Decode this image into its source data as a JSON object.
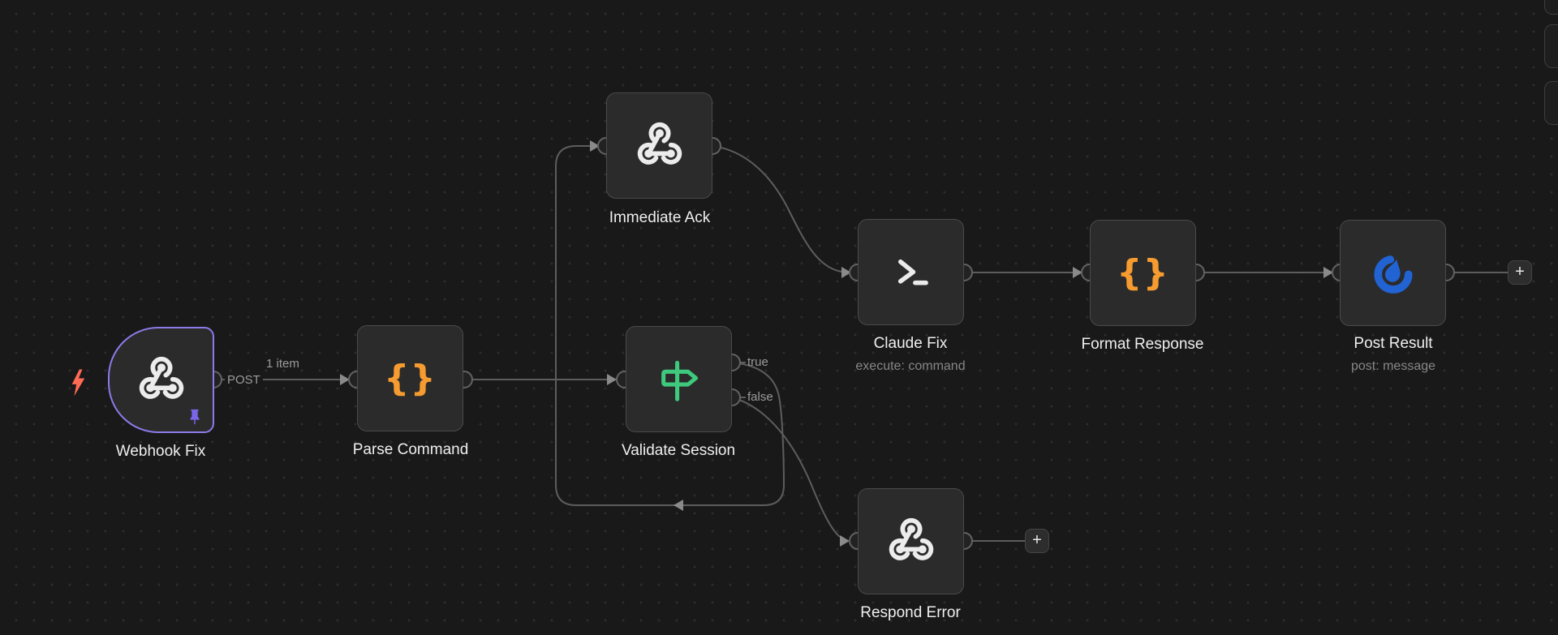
{
  "canvas": {
    "background": "#191919",
    "dot_color": "#2e2e2e"
  },
  "colors": {
    "node_background": "#2b2b2b",
    "node_border": "#4a4a4a",
    "selected_node_border": "#8b7be8",
    "edge": "#5d5d5d",
    "node_label": "#efefef",
    "node_subtitle": "#878787",
    "edge_label": "#9b9b9b",
    "code_icon": "#f59b30",
    "if_icon": "#3ec97d",
    "mattermost_icon": "#2163d3",
    "pin_icon": "#7a66e8",
    "bolt_icon": "#ff6a55",
    "webhook_icon": "#ececec",
    "terminal_icon": "#ebebeb"
  },
  "nodes": [
    {
      "label": "Webhook Fix",
      "type": "webhook-trigger",
      "icon": "webhook-icon",
      "selected": true,
      "pinned": true,
      "output_label": "POST"
    },
    {
      "label": "Parse Command",
      "type": "code",
      "icon": "code-braces-icon"
    },
    {
      "label": "Immediate Ack",
      "type": "webhook-respond",
      "icon": "webhook-icon"
    },
    {
      "label": "Validate Session",
      "type": "if",
      "icon": "signpost-icon",
      "output_labels": [
        "true",
        "false"
      ]
    },
    {
      "label": "Claude Fix",
      "subtitle": "execute: command",
      "type": "execute-command",
      "icon": "terminal-icon"
    },
    {
      "label": "Format Response",
      "type": "code",
      "icon": "code-braces-icon"
    },
    {
      "label": "Post Result",
      "subtitle": "post: message",
      "type": "mattermost",
      "icon": "mattermost-icon"
    },
    {
      "label": "Respond Error",
      "type": "webhook-respond",
      "icon": "webhook-icon"
    }
  ],
  "edge_labels": {
    "webhook_method": "POST",
    "item_count": "1 item",
    "branch_true": "true",
    "branch_false": "false"
  },
  "icons": {
    "code_glyph": "{}"
  },
  "controls": {
    "add_node": "+"
  }
}
